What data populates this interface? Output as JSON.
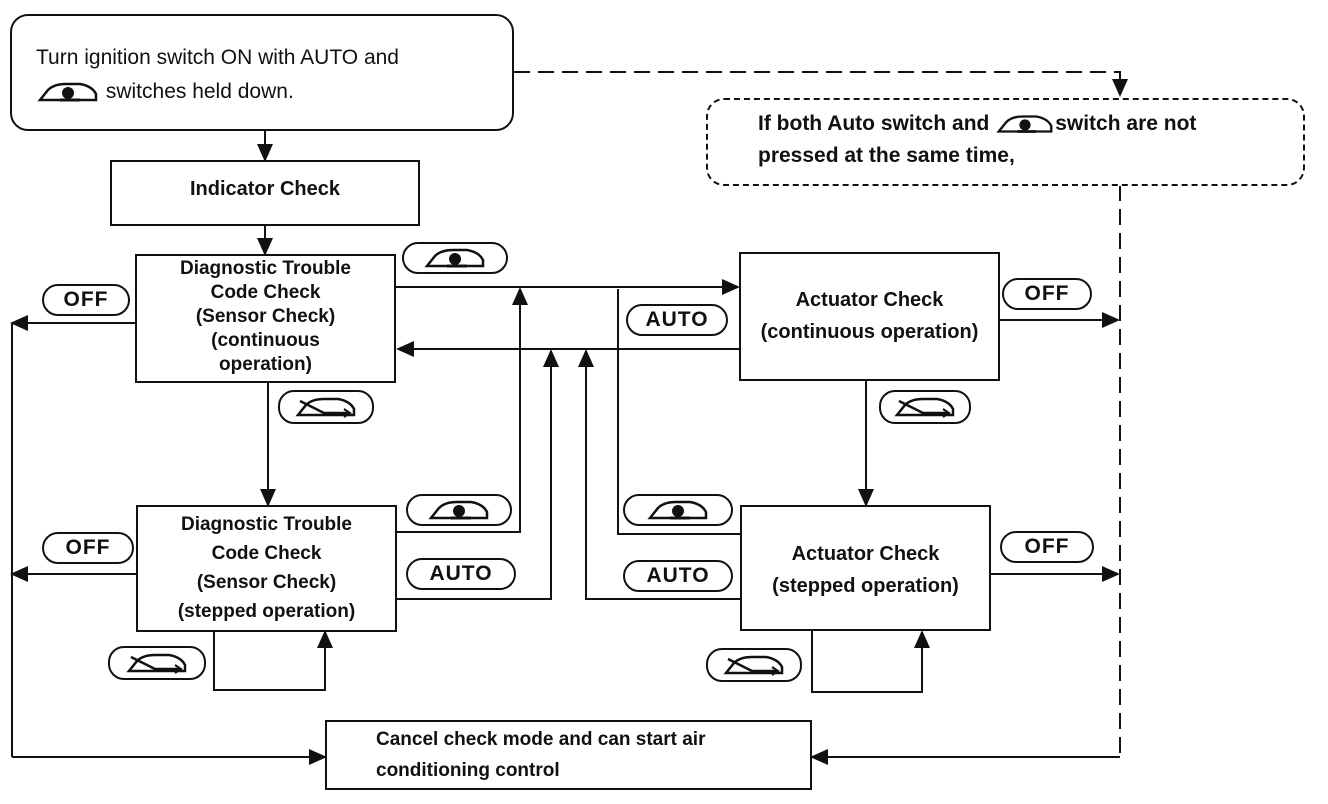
{
  "start": {
    "line1": "Turn ignition switch ON with AUTO and",
    "line2": "switches held down."
  },
  "note": {
    "line1a": "If both Auto switch and",
    "line1b": "switch are not",
    "line2": "pressed at the same time,"
  },
  "indicator_check": "Indicator Check",
  "dtc_continuous": {
    "l1": "Diagnostic Trouble",
    "l2": "Code Check",
    "l3": "(Sensor Check)",
    "l4": "(continuous",
    "l5": "operation)"
  },
  "dtc_stepped": {
    "l1": "Diagnostic Trouble",
    "l2": "Code Check",
    "l3": "(Sensor Check)",
    "l4": "(stepped operation)"
  },
  "act_continuous": {
    "l1": "Actuator Check",
    "l2": "(continuous operation)"
  },
  "act_stepped": {
    "l1": "Actuator Check",
    "l2": "(stepped operation)"
  },
  "cancel": {
    "l1": "Cancel check mode and can start air",
    "l2": "conditioning control"
  },
  "buttons": {
    "off": "OFF",
    "auto": "AUTO"
  },
  "icons": {
    "recirc": "recirc-switch-icon",
    "fresh": "fresh-air-switch-icon"
  }
}
